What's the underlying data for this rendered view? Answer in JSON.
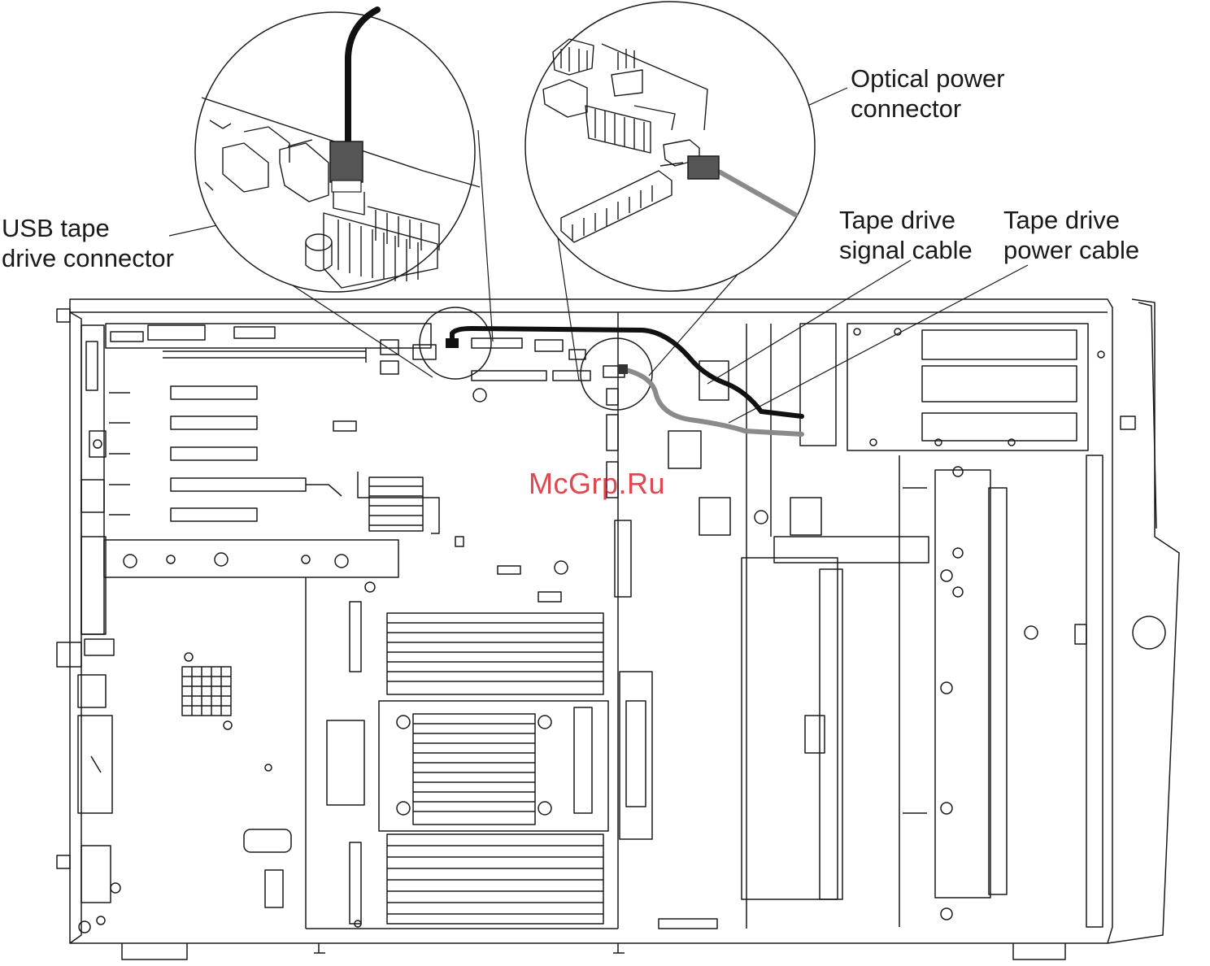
{
  "labels": {
    "usb_tape_connector": {
      "line1": "USB tape",
      "line2": "drive connector"
    },
    "optical_power_connector": {
      "line1": "Optical power",
      "line2": "connector"
    },
    "tape_signal_cable": {
      "line1": "Tape drive",
      "line2": "signal cable"
    },
    "tape_power_cable": {
      "line1": "Tape drive",
      "line2": "power cable"
    }
  },
  "watermark": "McGrp.Ru",
  "colors": {
    "line": "#1a1a1a",
    "signal_cable": "#111111",
    "power_cable": "#8a8a8a",
    "connector_fill": "#555555",
    "watermark": "#d8202a"
  }
}
